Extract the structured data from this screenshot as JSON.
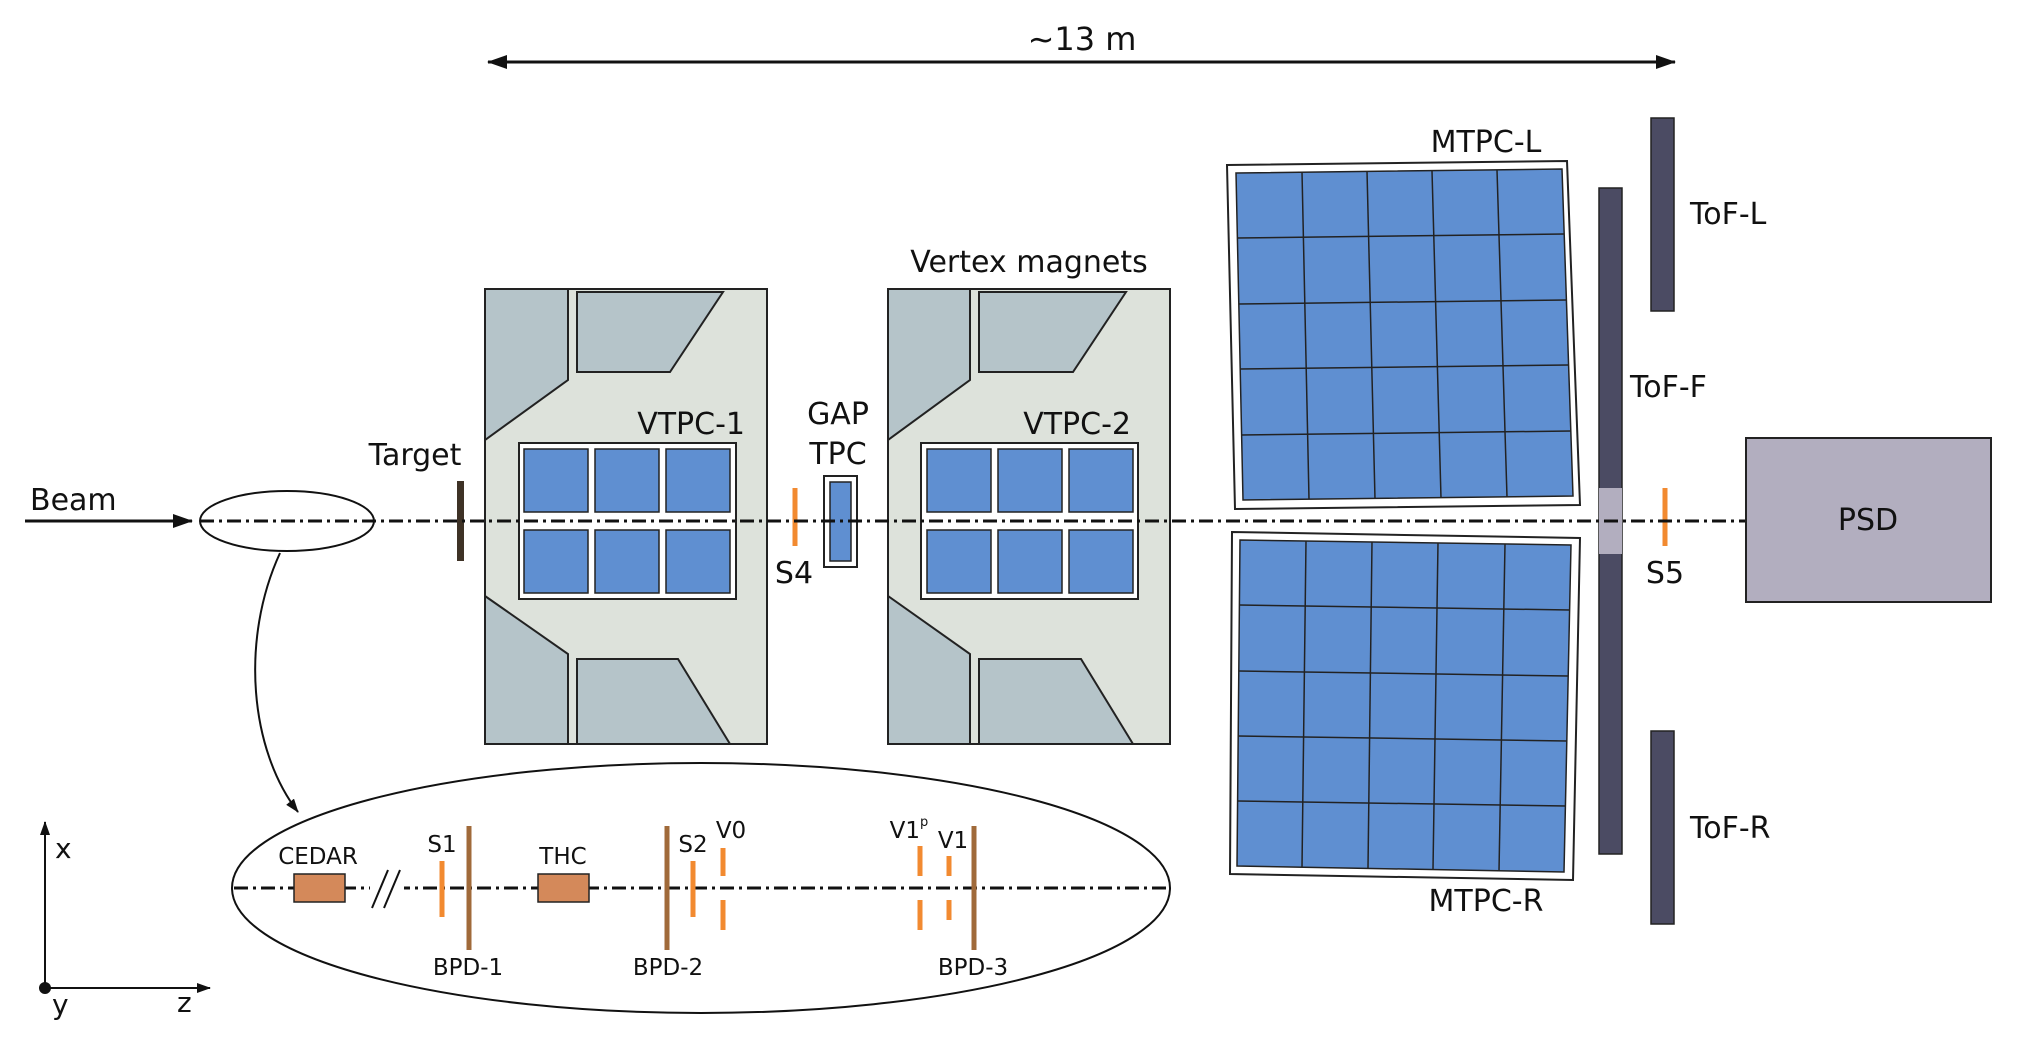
{
  "dimension": {
    "label": "~13 m"
  },
  "beam": {
    "label": "Beam"
  },
  "target": {
    "label": "Target"
  },
  "vtpc1": {
    "label": "VTPC-1"
  },
  "vtpc2": {
    "label": "VTPC-2"
  },
  "vertex_magnets": {
    "label": "Vertex magnets"
  },
  "gap_tpc": {
    "line1": "GAP",
    "line2": "TPC"
  },
  "s4": {
    "label": "S4"
  },
  "s5": {
    "label": "S5"
  },
  "mtpc_l": {
    "label": "MTPC-L"
  },
  "mtpc_r": {
    "label": "MTPC-R"
  },
  "tof_l": {
    "label": "ToF-L"
  },
  "tof_f": {
    "label": "ToF-F"
  },
  "tof_r": {
    "label": "ToF-R"
  },
  "psd": {
    "label": "PSD"
  },
  "inset": {
    "cedar": "CEDAR",
    "thc": "THC",
    "s1": "S1",
    "s2": "S2",
    "v0": "V0",
    "v1p_base": "V1",
    "v1p_sup": "p",
    "v1": "V1",
    "bpd1": "BPD-1",
    "bpd2": "BPD-2",
    "bpd3": "BPD-3"
  },
  "axes": {
    "x": "x",
    "y": "y",
    "z": "z"
  },
  "colors": {
    "tpc_blue": "#5f8fd1",
    "magnet_body": "#dde2db",
    "magnet_yoke": "#b5c4c9",
    "tof_dark": "#4b4b63",
    "psd_fill": "#b2aebf",
    "scint_orange": "#f28a30",
    "bpd_brown": "#a06a3a",
    "cedar_fill": "#d4895a"
  }
}
